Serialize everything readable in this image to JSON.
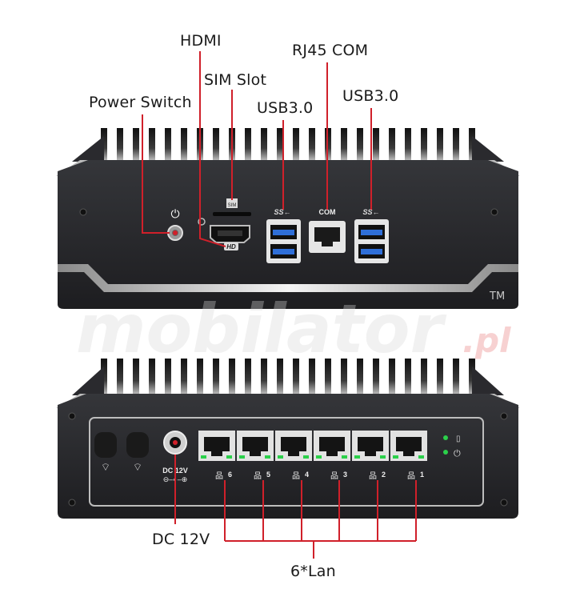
{
  "labels": {
    "hdmi": "HDMI",
    "rj45_com": "RJ45 COM",
    "sim_slot": "SIM Slot",
    "power_switch": "Power Switch",
    "usb30_left": "USB3.0",
    "usb30_right": "USB3.0",
    "dc12v": "DC 12V",
    "lan": "6*Lan"
  },
  "device_print": {
    "com": "COM",
    "sim": "SIM",
    "hd": "HD",
    "ss_left": "SS←",
    "ss_right": "SS←",
    "dc_in": "DC 12V",
    "lan_numbers": [
      "6",
      "5",
      "4",
      "3",
      "2",
      "1"
    ]
  },
  "watermark": {
    "text": "mobilator",
    "suffix": ".pl",
    "tm": "TM"
  },
  "colors": {
    "callout_line": "#d0202a",
    "chassis": "#2a2a2e",
    "usb_blue": "#2f6fd8",
    "led_green": "#2bd04a"
  }
}
